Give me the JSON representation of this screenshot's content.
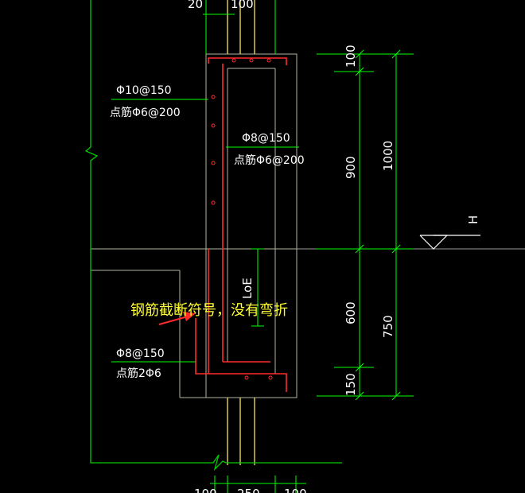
{
  "labels": {
    "top_dim_left": "20",
    "top_dim_right": "100",
    "rebar_upper_left_main": "Φ10@150",
    "rebar_upper_left_dist": "点筋Φ6@200",
    "rebar_upper_mid_main": "Φ8@150",
    "rebar_upper_mid_dist": "点筋Φ6@200",
    "rebar_lower_left_main": "Φ8@150",
    "rebar_lower_left_dist": "点筋2Φ6",
    "dim_100": "100",
    "dim_900": "900",
    "dim_1000": "1000",
    "dim_600": "600",
    "dim_750": "750",
    "dim_150": "150",
    "anchorage": "LoE",
    "elevation": "H",
    "callout": "钢筋截断符号，没有弯折",
    "bottom_dim_left": "100",
    "bottom_dim_mid": "250",
    "bottom_dim_right": "100"
  },
  "colors": {
    "background": "#000000",
    "outline": "#00cc00",
    "dimension": "#00ff00",
    "rebar": "#ff2a2a",
    "concrete": "#b5b5a0",
    "column_bar": "#d8c84a",
    "callout": "#ffff33"
  }
}
